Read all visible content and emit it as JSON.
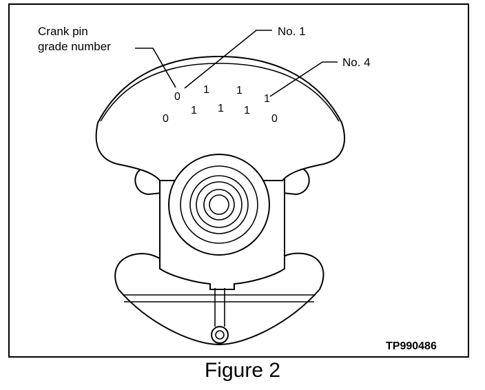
{
  "callouts": {
    "grade_line1": "Crank pin",
    "grade_line2": "grade number",
    "no1": "No. 1",
    "no4": "No. 4"
  },
  "upper_row": [
    "0",
    "1",
    "1",
    "1"
  ],
  "lower_row": [
    "0",
    "1",
    "1",
    "1",
    "0"
  ],
  "reference_code": "TP990486",
  "caption": "Figure 2"
}
